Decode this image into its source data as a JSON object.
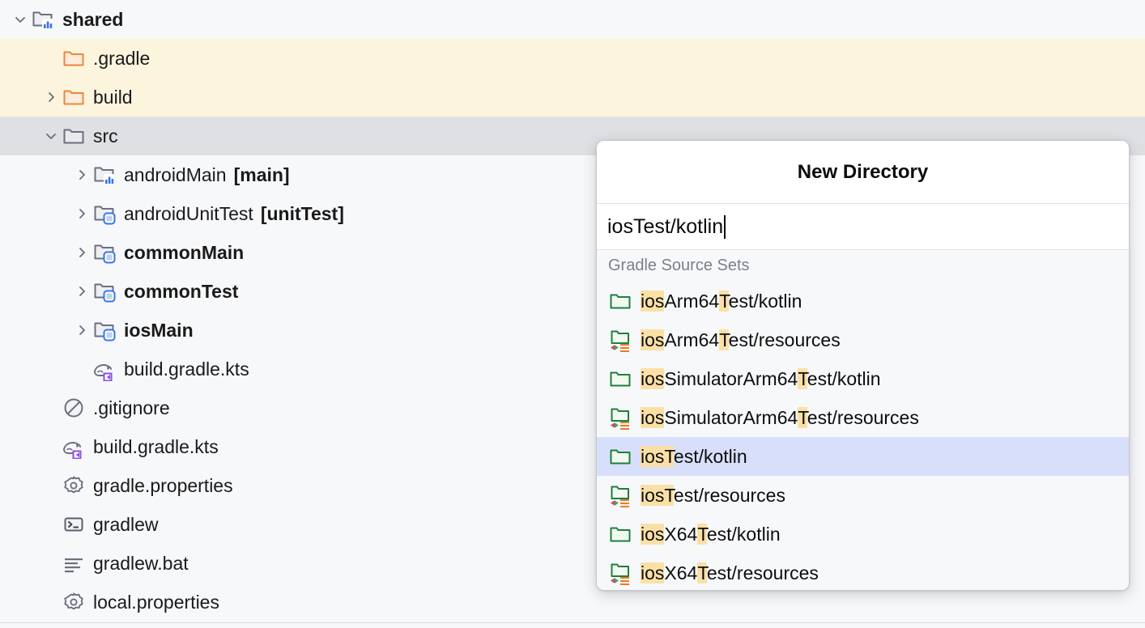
{
  "tree": {
    "items": [
      {
        "name": "shared",
        "label": "shared",
        "suffix": "",
        "indent": 0,
        "chevron": "down",
        "icon": "module-folder-icon",
        "state": "normal",
        "bold": true
      },
      {
        "name": ".gradle",
        "label": ".gradle",
        "suffix": "",
        "indent": 1,
        "chevron": "none",
        "icon": "orange-folder-icon",
        "state": "ignored",
        "bold": false
      },
      {
        "name": "build",
        "label": "build",
        "suffix": "",
        "indent": 1,
        "chevron": "right",
        "icon": "orange-folder-icon",
        "state": "ignored",
        "bold": false
      },
      {
        "name": "src",
        "label": "src",
        "suffix": "",
        "indent": 1,
        "chevron": "down",
        "icon": "gray-folder-icon",
        "state": "selected",
        "bold": false
      },
      {
        "name": "androidMain",
        "label": "androidMain",
        "suffix": "[main]",
        "indent": 2,
        "chevron": "right",
        "icon": "module-folder-icon",
        "state": "normal",
        "bold": false
      },
      {
        "name": "androidUnitTest",
        "label": "androidUnitTest",
        "suffix": "[unitTest]",
        "indent": 2,
        "chevron": "right",
        "icon": "source-root-folder-icon",
        "state": "normal",
        "bold": false
      },
      {
        "name": "commonMain",
        "label": "commonMain",
        "suffix": "",
        "indent": 2,
        "chevron": "right",
        "icon": "source-root-folder-icon",
        "state": "normal",
        "bold": true
      },
      {
        "name": "commonTest",
        "label": "commonTest",
        "suffix": "",
        "indent": 2,
        "chevron": "right",
        "icon": "source-root-folder-icon",
        "state": "normal",
        "bold": true
      },
      {
        "name": "iosMain",
        "label": "iosMain",
        "suffix": "",
        "indent": 2,
        "chevron": "right",
        "icon": "source-root-folder-icon",
        "state": "normal",
        "bold": true
      },
      {
        "name": "build.gradle.kts",
        "label": "build.gradle.kts",
        "suffix": "",
        "indent": 2,
        "chevron": "none",
        "icon": "gradle-kts-icon",
        "state": "normal",
        "bold": false
      },
      {
        "name": ".gitignore",
        "label": ".gitignore",
        "suffix": "",
        "indent": 1,
        "chevron": "none",
        "icon": "gitignore-icon",
        "state": "normal",
        "bold": false
      },
      {
        "name": "build.gradle.kts",
        "label": "build.gradle.kts",
        "suffix": "",
        "indent": 1,
        "chevron": "none",
        "icon": "gradle-kts-icon",
        "state": "normal",
        "bold": false
      },
      {
        "name": "gradle.properties",
        "label": "gradle.properties",
        "suffix": "",
        "indent": 1,
        "chevron": "none",
        "icon": "properties-icon",
        "state": "normal",
        "bold": false
      },
      {
        "name": "gradlew",
        "label": "gradlew",
        "suffix": "",
        "indent": 1,
        "chevron": "none",
        "icon": "shell-script-icon",
        "state": "normal",
        "bold": false
      },
      {
        "name": "gradlew.bat",
        "label": "gradlew.bat",
        "suffix": "",
        "indent": 1,
        "chevron": "none",
        "icon": "text-file-icon",
        "state": "normal",
        "bold": false
      },
      {
        "name": "local.properties",
        "label": "local.properties",
        "suffix": "",
        "indent": 1,
        "chevron": "none",
        "icon": "properties-icon",
        "state": "normal",
        "bold": false
      }
    ]
  },
  "popup": {
    "title": "New Directory",
    "input_value": "iosTest/kotlin",
    "input_placeholder": "",
    "group_header": "Gradle Source Sets",
    "items": [
      {
        "icon": "green-folder-icon",
        "parts": [
          {
            "t": "ios",
            "h": true
          },
          {
            "t": "Arm64",
            "h": false
          },
          {
            "t": "T",
            "h": true
          },
          {
            "t": "est/kotlin",
            "h": false
          }
        ],
        "text": "iosArm64Test/kotlin",
        "selected": false
      },
      {
        "icon": "green-resources-folder-icon",
        "parts": [
          {
            "t": "ios",
            "h": true
          },
          {
            "t": "Arm64",
            "h": false
          },
          {
            "t": "T",
            "h": true
          },
          {
            "t": "est/resources",
            "h": false
          }
        ],
        "text": "iosArm64Test/resources",
        "selected": false
      },
      {
        "icon": "green-folder-icon",
        "parts": [
          {
            "t": "ios",
            "h": true
          },
          {
            "t": "SimulatorArm64",
            "h": false
          },
          {
            "t": "T",
            "h": true
          },
          {
            "t": "est/kotlin",
            "h": false
          }
        ],
        "text": "iosSimulatorArm64Test/kotlin",
        "selected": false
      },
      {
        "icon": "green-resources-folder-icon",
        "parts": [
          {
            "t": "ios",
            "h": true
          },
          {
            "t": "SimulatorArm64",
            "h": false
          },
          {
            "t": "T",
            "h": true
          },
          {
            "t": "est/resources",
            "h": false
          }
        ],
        "text": "iosSimulatorArm64Test/resources",
        "selected": false
      },
      {
        "icon": "green-folder-icon",
        "parts": [
          {
            "t": "iosT",
            "h": true
          },
          {
            "t": "est/kotlin",
            "h": false
          }
        ],
        "text": "iosTest/kotlin",
        "selected": true
      },
      {
        "icon": "green-resources-folder-icon",
        "parts": [
          {
            "t": "iosT",
            "h": true
          },
          {
            "t": "est/resources",
            "h": false
          }
        ],
        "text": "iosTest/resources",
        "selected": false
      },
      {
        "icon": "green-folder-icon",
        "parts": [
          {
            "t": "ios",
            "h": true
          },
          {
            "t": "X64",
            "h": false
          },
          {
            "t": "T",
            "h": true
          },
          {
            "t": "est/kotlin",
            "h": false
          }
        ],
        "text": "iosX64Test/kotlin",
        "selected": false
      },
      {
        "icon": "green-resources-folder-icon",
        "parts": [
          {
            "t": "ios",
            "h": true
          },
          {
            "t": "X64",
            "h": false
          },
          {
            "t": "T",
            "h": true
          },
          {
            "t": "est/resources",
            "h": false
          }
        ],
        "text": "iosX64Test/resources",
        "selected": false
      }
    ]
  },
  "colors": {
    "ignored_row": "#FDF4DE",
    "selected_tree_row": "#DEE0E4",
    "selected_list_row": "#D8DFFB",
    "match_highlight": "#FBE0A6",
    "background": "#F7F8FA",
    "orange_folder": "#E8883C",
    "green_folder": "#1E7F3C",
    "module_badge": "#3574F0",
    "kotlin_badge": "#8D4FE8"
  }
}
